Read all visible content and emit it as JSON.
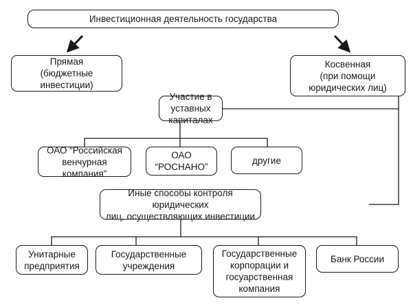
{
  "diagram": {
    "root": "Инвестиционная деятельность государства",
    "direct": "Прямая\n(бюджетные инвестиции)",
    "indirect": "Косвенная\n(при помощи\nюридических лиц)",
    "participation": "Участие в уставных\nкапиталах",
    "participation_children": [
      "ОАО “Российская\nвенчурная компания”",
      "ОАО\n“РОСНАНО”",
      "другие"
    ],
    "other_control": "Иные способы контроля юридических\nлиц, осуществляющих инвестиции",
    "other_control_children": [
      "Унитарные\nпредприятия",
      "Государственные\nучреждения",
      "Государственные\nкорпорации и\nгосуарственная\nкомпания",
      "Банк России"
    ]
  }
}
